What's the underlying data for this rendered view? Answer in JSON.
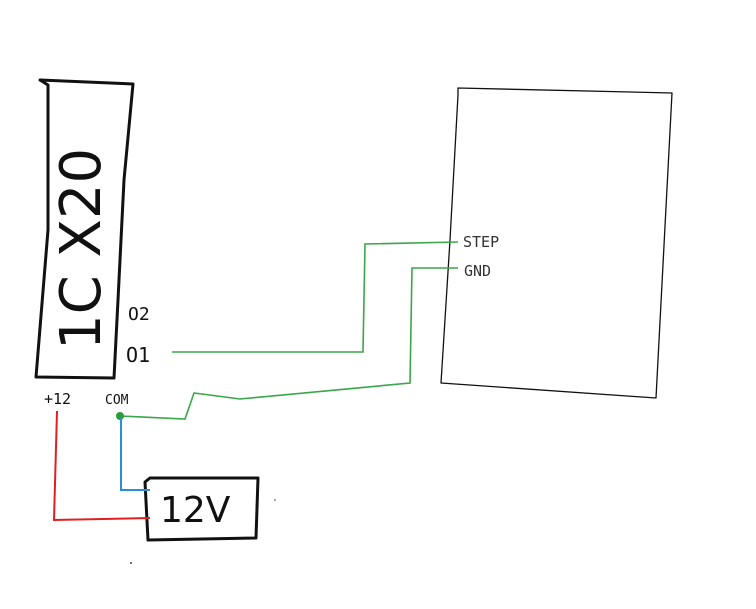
{
  "plc": {
    "label": "1C X20",
    "outputs": [
      "O2",
      "O1"
    ],
    "terminals": [
      "+12",
      "COM"
    ]
  },
  "driver": {
    "pins": [
      "STEP",
      "GND"
    ]
  },
  "supply": {
    "label": "12V"
  },
  "colors": {
    "outline": "#111111",
    "signal": "#3aa64a",
    "positive": "#e02020",
    "negative": "#2a8fd6",
    "junction": "#2a9d3a"
  }
}
